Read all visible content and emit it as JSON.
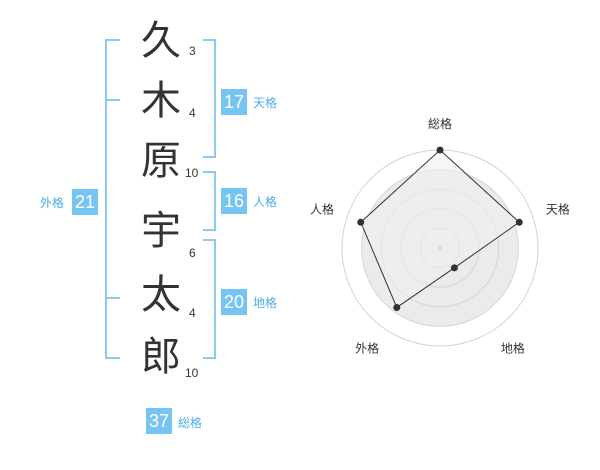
{
  "name_chars": [
    {
      "char": "久",
      "strokes": "3"
    },
    {
      "char": "木",
      "strokes": "4"
    },
    {
      "char": "原",
      "strokes": "10"
    },
    {
      "char": "宇",
      "strokes": "6"
    },
    {
      "char": "太",
      "strokes": "4"
    },
    {
      "char": "郎",
      "strokes": "10"
    }
  ],
  "badges": {
    "tenkaku": {
      "value": "17",
      "label": "天格"
    },
    "jinkaku": {
      "value": "16",
      "label": "人格"
    },
    "chikaku": {
      "value": "20",
      "label": "地格"
    },
    "gaikaku": {
      "value": "21",
      "label": "外格"
    },
    "soukaku": {
      "value": "37",
      "label": "総格"
    }
  },
  "colors": {
    "accent": "#76C4F2",
    "bracket": "#8CCBF0",
    "text": "#333333"
  },
  "chart_data": {
    "type": "radar",
    "axes": [
      "総格",
      "天格",
      "地格",
      "外格",
      "人格"
    ],
    "values": [
      1.0,
      0.85,
      0.25,
      0.75,
      0.85
    ],
    "range": [
      0,
      1
    ],
    "rings": 5
  }
}
